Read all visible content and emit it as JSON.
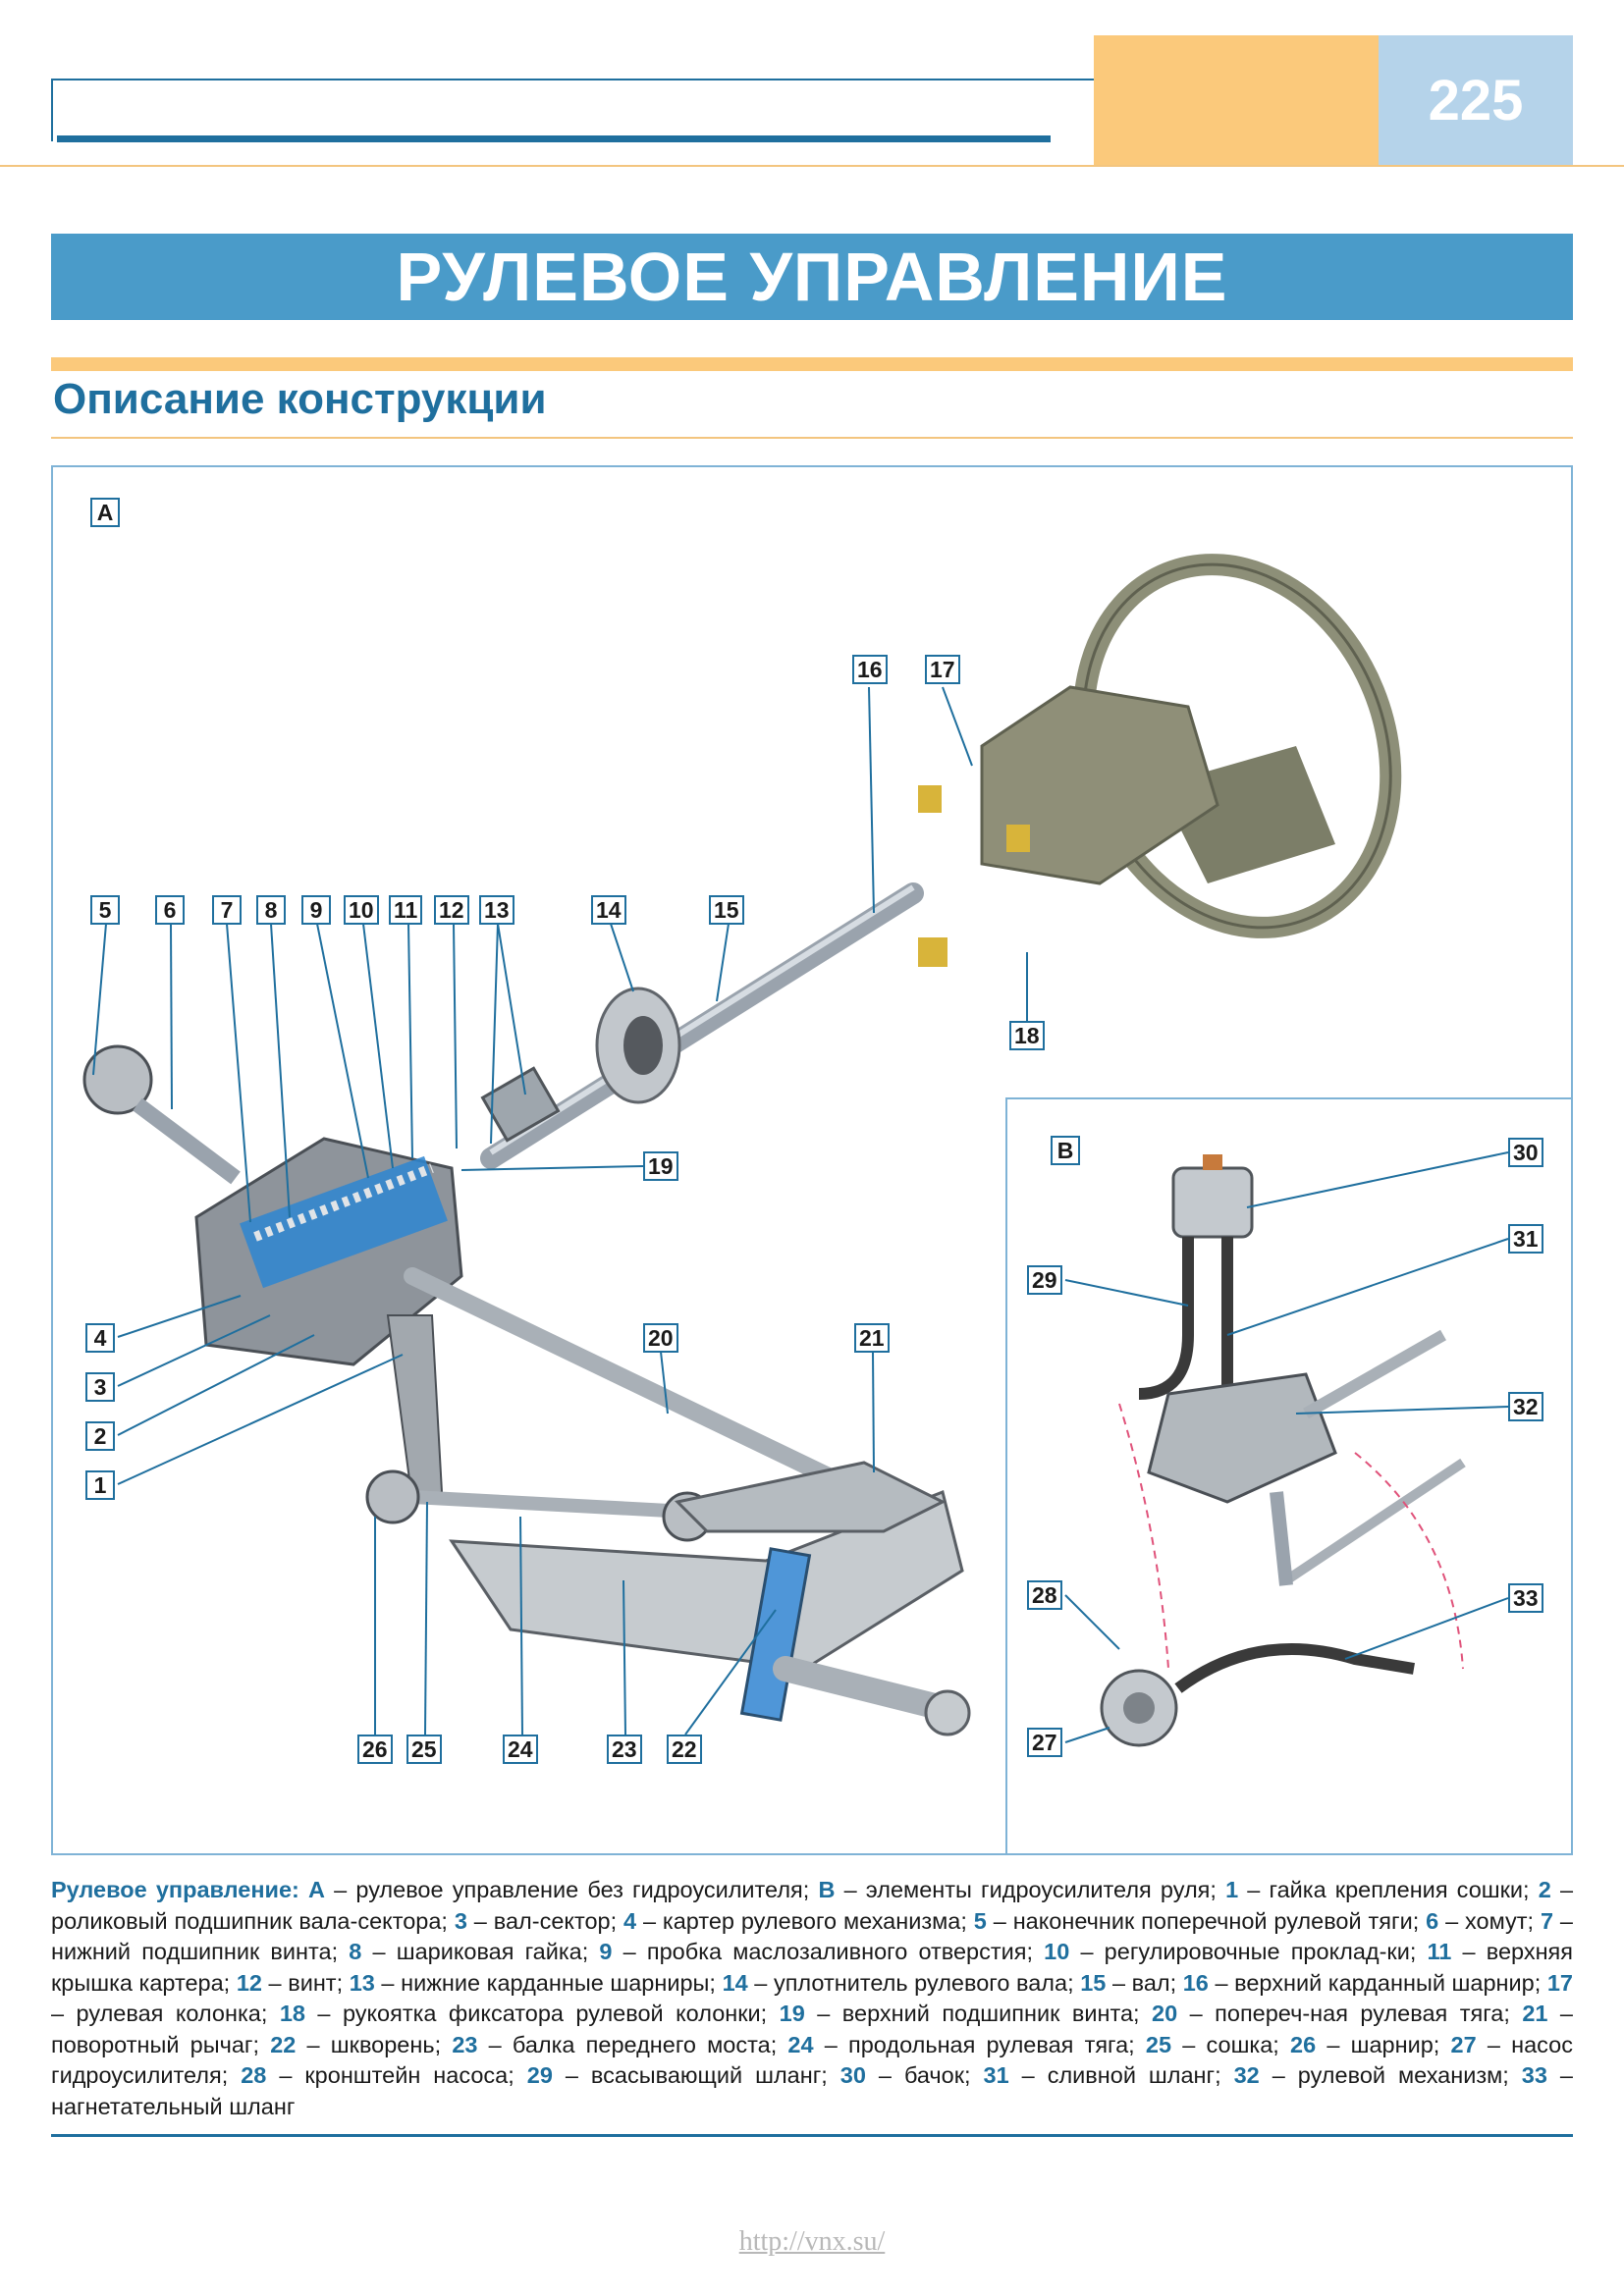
{
  "header": {
    "page_number": "225"
  },
  "title": "РУЛЕВОЕ УПРАВЛЕНИЕ",
  "subtitle": "Описание конструкции",
  "figure": {
    "panel_a_label": "A",
    "panel_b_label": "B",
    "callouts": [
      "1",
      "2",
      "3",
      "4",
      "5",
      "6",
      "7",
      "8",
      "9",
      "10",
      "11",
      "12",
      "13",
      "14",
      "15",
      "16",
      "17",
      "18",
      "19",
      "20",
      "21",
      "22",
      "23",
      "24",
      "25",
      "26",
      "27",
      "28",
      "29",
      "30",
      "31",
      "32",
      "33"
    ]
  },
  "caption": {
    "lead": "Рулевое управление:",
    "parts": [
      {
        "k": "A",
        "t": " – рулевое управление без гидроусилителя; "
      },
      {
        "k": "B",
        "t": " – элементы гидроусилителя руля; "
      },
      {
        "k": "1",
        "t": " – гайка крепления сошки; "
      },
      {
        "k": "2",
        "t": " – роликовый подшипник вала-сектора; "
      },
      {
        "k": "3",
        "t": " – вал-сектор; "
      },
      {
        "k": "4",
        "t": " – картер рулевого механизма; "
      },
      {
        "k": "5",
        "t": " – наконечник поперечной рулевой тяги; "
      },
      {
        "k": "6",
        "t": " – хомут; "
      },
      {
        "k": "7",
        "t": " – нижний подшипник винта; "
      },
      {
        "k": "8",
        "t": " – шариковая гайка; "
      },
      {
        "k": "9",
        "t": " – пробка маслозаливного отверстия; "
      },
      {
        "k": "10",
        "t": " – регулировочные проклад-ки; "
      },
      {
        "k": "11",
        "t": " – верхняя крышка картера; "
      },
      {
        "k": "12",
        "t": " – винт; "
      },
      {
        "k": "13",
        "t": " – нижние карданные шарниры; "
      },
      {
        "k": "14",
        "t": " – уплотнитель рулевого вала; "
      },
      {
        "k": "15",
        "t": " – вал; "
      },
      {
        "k": "16",
        "t": " – верхний карданный шарнир; "
      },
      {
        "k": "17",
        "t": " – рулевая колонка; "
      },
      {
        "k": "18",
        "t": " – рукоятка фиксатора рулевой колонки; "
      },
      {
        "k": "19",
        "t": " – верхний подшипник винта; "
      },
      {
        "k": "20",
        "t": " – попереч-ная рулевая тяга; "
      },
      {
        "k": "21",
        "t": " – поворотный рычаг; "
      },
      {
        "k": "22",
        "t": " – шкворень; "
      },
      {
        "k": "23",
        "t": " – балка переднего моста; "
      },
      {
        "k": "24",
        "t": " – продольная рулевая тяга; "
      },
      {
        "k": "25",
        "t": " – сошка; "
      },
      {
        "k": "26",
        "t": " – шарнир; "
      },
      {
        "k": "27",
        "t": " – насос гидроусилителя; "
      },
      {
        "k": "28",
        "t": " – кронштейн насоса; "
      },
      {
        "k": "29",
        "t": " – всасывающий шланг; "
      },
      {
        "k": "30",
        "t": " – бачок; "
      },
      {
        "k": "31",
        "t": " – сливной шланг; "
      },
      {
        "k": "32",
        "t": " – рулевой механизм; "
      },
      {
        "k": "33",
        "t": " – нагнетательный шланг"
      }
    ]
  },
  "footer": {
    "url": "http://vnx.su/"
  },
  "colors": {
    "accent_blue": "#1f6f9e",
    "band_blue": "#4a9bc9",
    "orange": "#fbc97b",
    "light_blue": "#b5d3ea"
  }
}
